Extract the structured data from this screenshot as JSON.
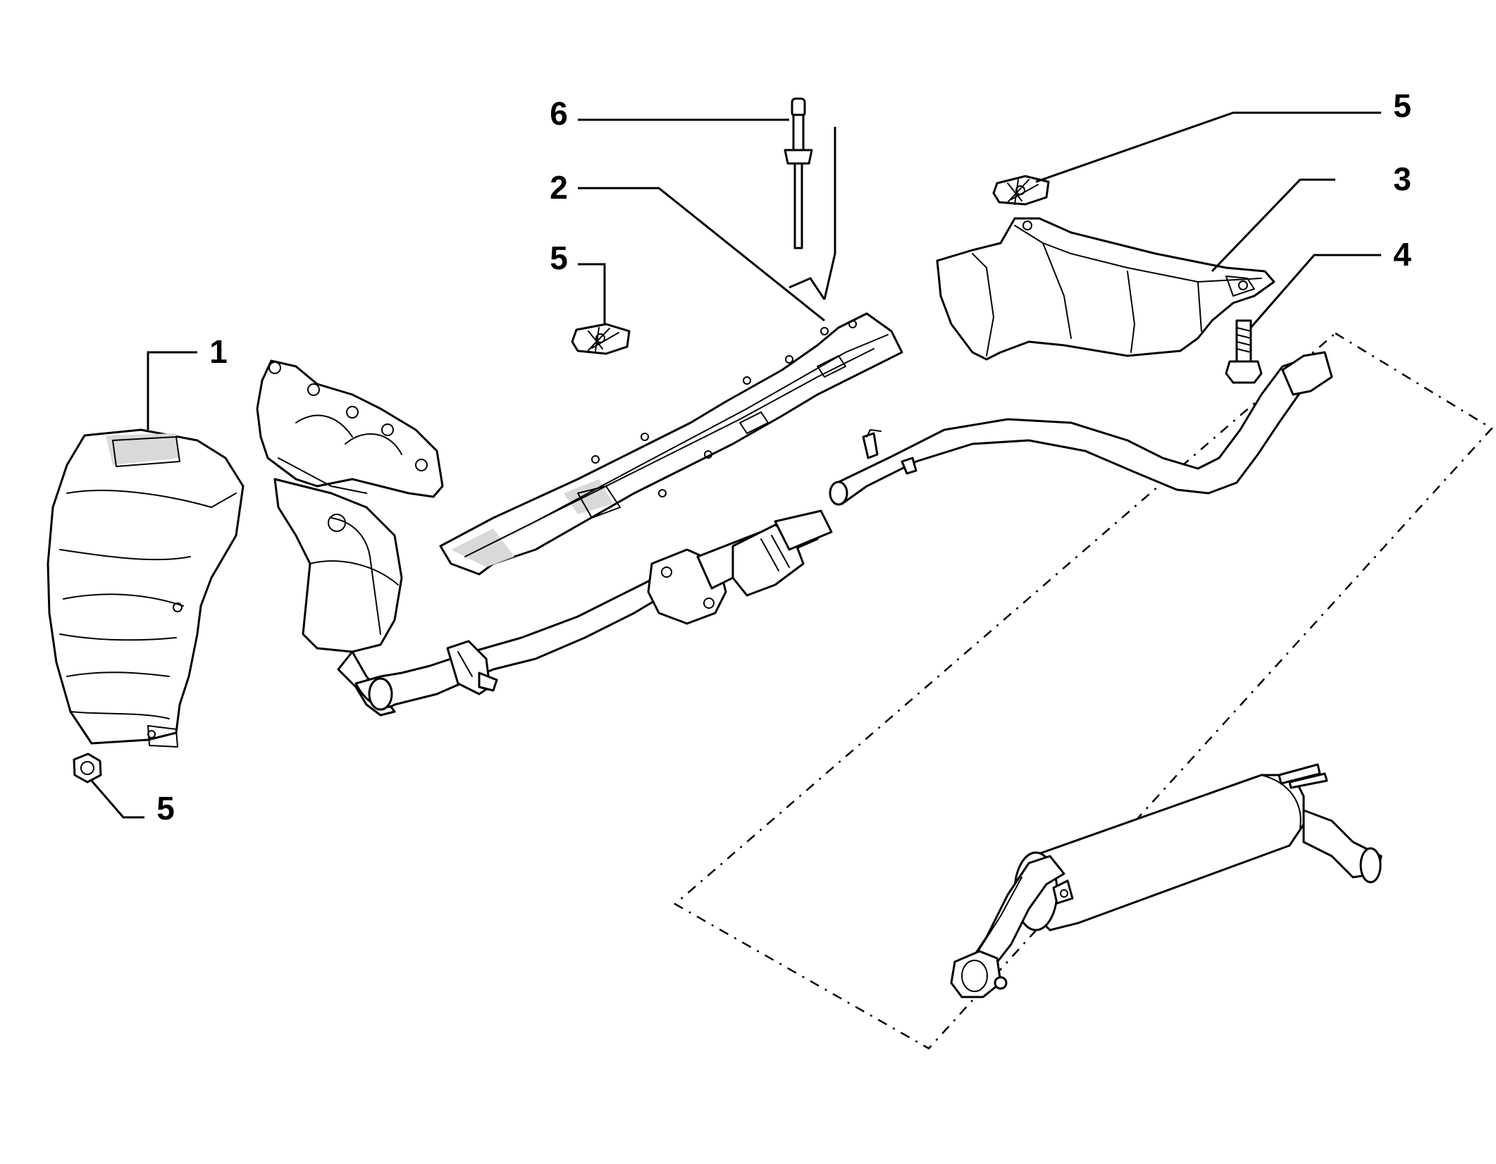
{
  "diagram": {
    "callouts": [
      {
        "id": "c1",
        "label": "1"
      },
      {
        "id": "c2",
        "label": "2"
      },
      {
        "id": "c3",
        "label": "3"
      },
      {
        "id": "c4",
        "label": "4"
      },
      {
        "id": "c5a",
        "label": "5"
      },
      {
        "id": "c5b",
        "label": "5"
      },
      {
        "id": "c5c",
        "label": "5"
      },
      {
        "id": "c6",
        "label": "6"
      }
    ]
  }
}
